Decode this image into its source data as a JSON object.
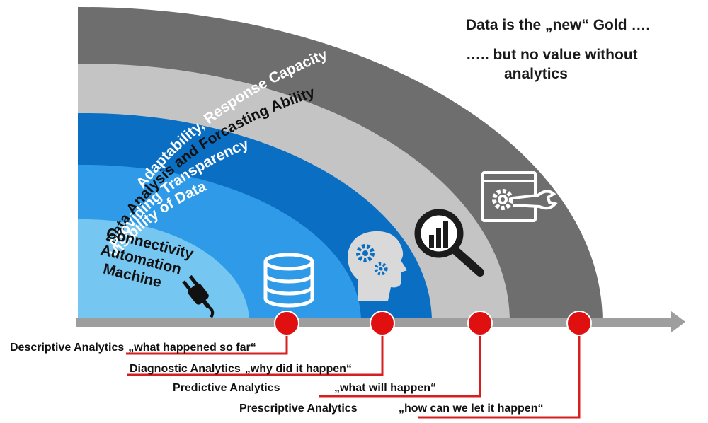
{
  "headline": {
    "line1": "Data is the „new“ Gold  ….",
    "line2": "…..  but no value without",
    "line3": "analytics"
  },
  "bands": [
    {
      "label": "Adaptability, Response Capacity",
      "color": "#6e6e6e",
      "text_color": "#ffffff"
    },
    {
      "label": "Data Analysis and Forcasting Ability",
      "color": "#c4c4c4",
      "text_color": "#111111"
    },
    {
      "label": "Providing Transparency",
      "color": "#0a6fc2",
      "text_color": "#ffffff"
    },
    {
      "label": "Visibility of Data",
      "color": "#2f9be8",
      "text_color": "#ffffff"
    }
  ],
  "core": {
    "color": "#76c6f2",
    "lines": [
      "Connectivity",
      "Automation",
      "Machine"
    ]
  },
  "analytics": [
    {
      "name": "Descriptive Analytics",
      "question": "„what happened so far“"
    },
    {
      "name": "Diagnostic Analytics",
      "question": "„why did it happen“"
    },
    {
      "name": "Predictive Analytics",
      "question": "„what will happen“"
    },
    {
      "name": "Prescriptive Analytics",
      "question": "„how can we let it happen“"
    }
  ],
  "icons": [
    "plug-icon",
    "database-icon",
    "head-gears-icon",
    "magnifier-chart-icon",
    "browser-wrench-icon"
  ],
  "colors": {
    "axis": "#9e9e9e",
    "marker": "#e01010",
    "connector": "#d62020"
  }
}
